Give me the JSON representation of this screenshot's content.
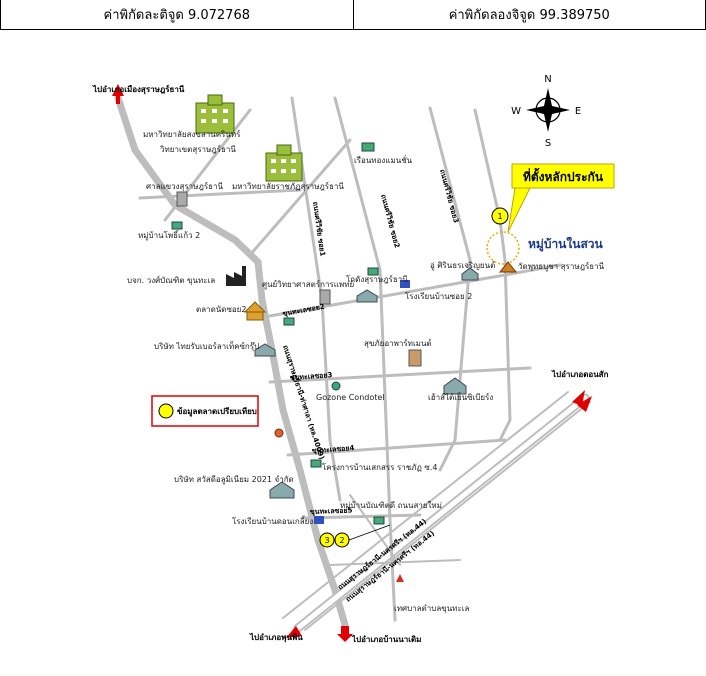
{
  "header": {
    "latitude": "ค่าพิกัดละติจูด 9.072768",
    "longitude": "ค่าพิกัดลองจิจูด 99.389750"
  },
  "compass": {
    "n": "N",
    "s": "S",
    "e": "E",
    "w": "W"
  },
  "callout": {
    "text": "ที่ตั้งหลักประกัน"
  },
  "site": {
    "name": "หมู่บ้านในสวน"
  },
  "legend": {
    "text": "ข้อมูลตลาดเปรียบเทียบ"
  },
  "markers": {
    "m1": "1",
    "m2": "2",
    "m3": "3"
  },
  "places": {
    "to_muang": "ไปอำเภอเมืองสุราษฎร์ธานี",
    "uni1_line1": "มหาวิทยาลัยสงขลานครินทร์",
    "uni1_line2": "วิทยาเขตสุราษฎร์ธานี",
    "court": "ศาลแขวงสุราษฎร์ธานี",
    "uni2": "มหาวิทยาลัยราชภัฏสุราษฎร์ธานี",
    "village_phoson": "หมู่บ้านโพธิ์แก้ว 2",
    "company1": "บจก. วงศ์บัณฑิต ขุนทะเล",
    "science_center": "ศูนย์วิทยาศาสตร์การแพทย์",
    "market2": "ตลาดนัดซอย2",
    "company2": "บริษัท ไทยรับเบอร์ลาเท็คซ์กรุ๊ป",
    "company3": "บริษัท สวัสดีอลูมิเนียม 2021 จำกัด",
    "school_kokdang": "โรงเรียนบ้านดอนเกลี้ยง",
    "ruenthong": "เรือนทองแมนชั่น",
    "kokdang_hospital": "โกดังสุราษฎร์ธานี",
    "school_soi2": "โรงเรียนบ้านซอย 2",
    "u_srin": "อู่ ศิรินธรเจริญยนต์",
    "wat": "วัดพุทธบูชา สุราษฎร์ธานี",
    "apartment": "สุขภัยอาพาร์ทเมนต์",
    "gozone": "Gozone Condotel",
    "warehouse": "เฮ้าส์ไต้เย็นซิเบียร์ง",
    "project": "โครงการบ้านเสกสรร ราชภัฏ ซ.4",
    "village_bandit": "หมู่บ้านบัณฑิตดี ถนนสายใหม่",
    "subdistrict": "เทศบาลตำบลขุนทะเล",
    "to_donsak": "ไปอำเภอดอนสัก",
    "to_phunphin": "ไปอำเภอพุนพิน",
    "to_bannadoem": "ไปอำเภอบ้านนาเดิม"
  },
  "roads": {
    "soi1": "ถนนศรีวิชัย ซอย1",
    "soi2": "ถนนศรีวิชัย ซอย2",
    "soi3": "ถนนศรีวิชัย ซอย3",
    "kt2": "ขุนทะเลซอย2",
    "kt3": "ขุนทะเลซอย3",
    "kt4": "ขุนทะเลซอย4",
    "kt5": "ขุนทะเลซอย5",
    "highway_4009": "ถนนสุราษฎร์ธานี-ท่าศาลา (ทล.4009)",
    "highway_44a": "ถนนสุราษฎร์ธานี-นครศรีฯ (ทล.44)",
    "highway_44b": "ถนนสุราษฎร์ธานี-นครศรีฯ (ทล.44)"
  },
  "colors": {
    "road": "#bdbdbd",
    "callout": "#ffff00",
    "marker": "#ffff00",
    "arrow": "#e00000",
    "legend_border": "#e00000",
    "site_text": "#1a3a8a",
    "building": "#9bbf3a"
  }
}
